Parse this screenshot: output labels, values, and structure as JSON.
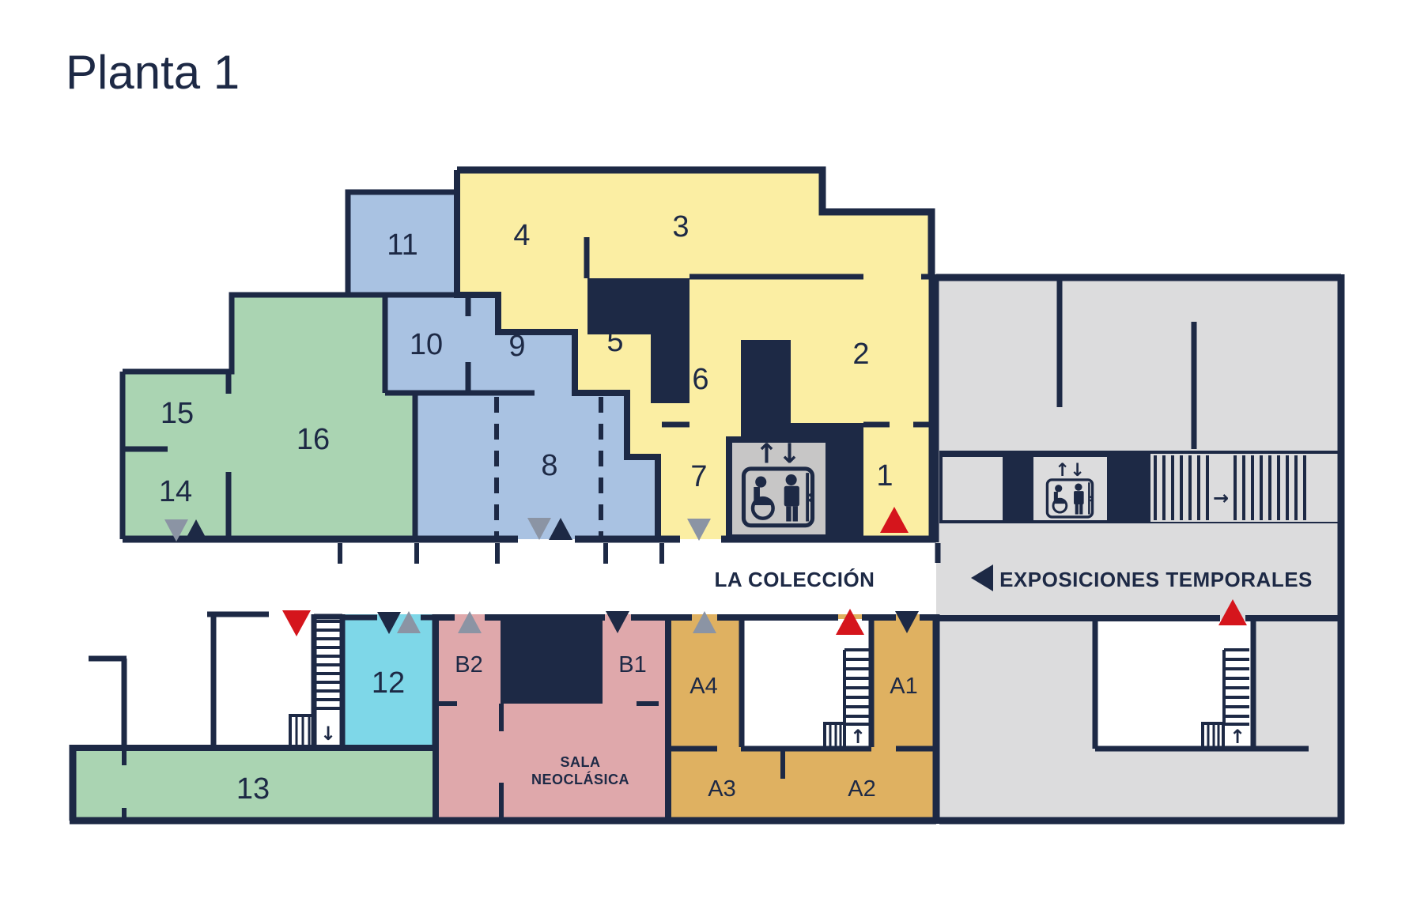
{
  "title": "Planta 1",
  "corridor": {
    "la_coleccion": "LA COLECCIÓN",
    "exposiciones": "EXPOSICIONES TEMPORALES"
  },
  "rooms": {
    "r1": "1",
    "r2": "2",
    "r3": "3",
    "r4": "4",
    "r5": "5",
    "r6": "6",
    "r7": "7",
    "r8": "8",
    "r9": "9",
    "r10": "10",
    "r11": "11",
    "r12": "12",
    "r13": "13",
    "r14": "14",
    "r15": "15",
    "r16": "16",
    "a1": "A1",
    "a2": "A2",
    "a3": "A3",
    "a4": "A4",
    "b1": "B1",
    "b2": "B2",
    "sala_line1": "SALA",
    "sala_line2": "NEOCLÁSICA"
  },
  "icons": {
    "elevator_arrows": "↑↓",
    "stairs_up_arrow": "↑",
    "stairs_down_arrow": "↓",
    "stairs_right_arrow": "→"
  },
  "colors": {
    "wall_navy": "#1d2945",
    "yellow": "#fbeea3",
    "blue": "#a9c2e2",
    "green": "#aad4b2",
    "cyan": "#7ed7e8",
    "pink": "#dfa8ab",
    "gold": "#dfb161",
    "gray_area": "#dcdcdd",
    "gray_inset": "#c7c6c6",
    "red_marker": "#d5151c",
    "gray_marker": "#8b94a4",
    "white": "#ffffff"
  }
}
